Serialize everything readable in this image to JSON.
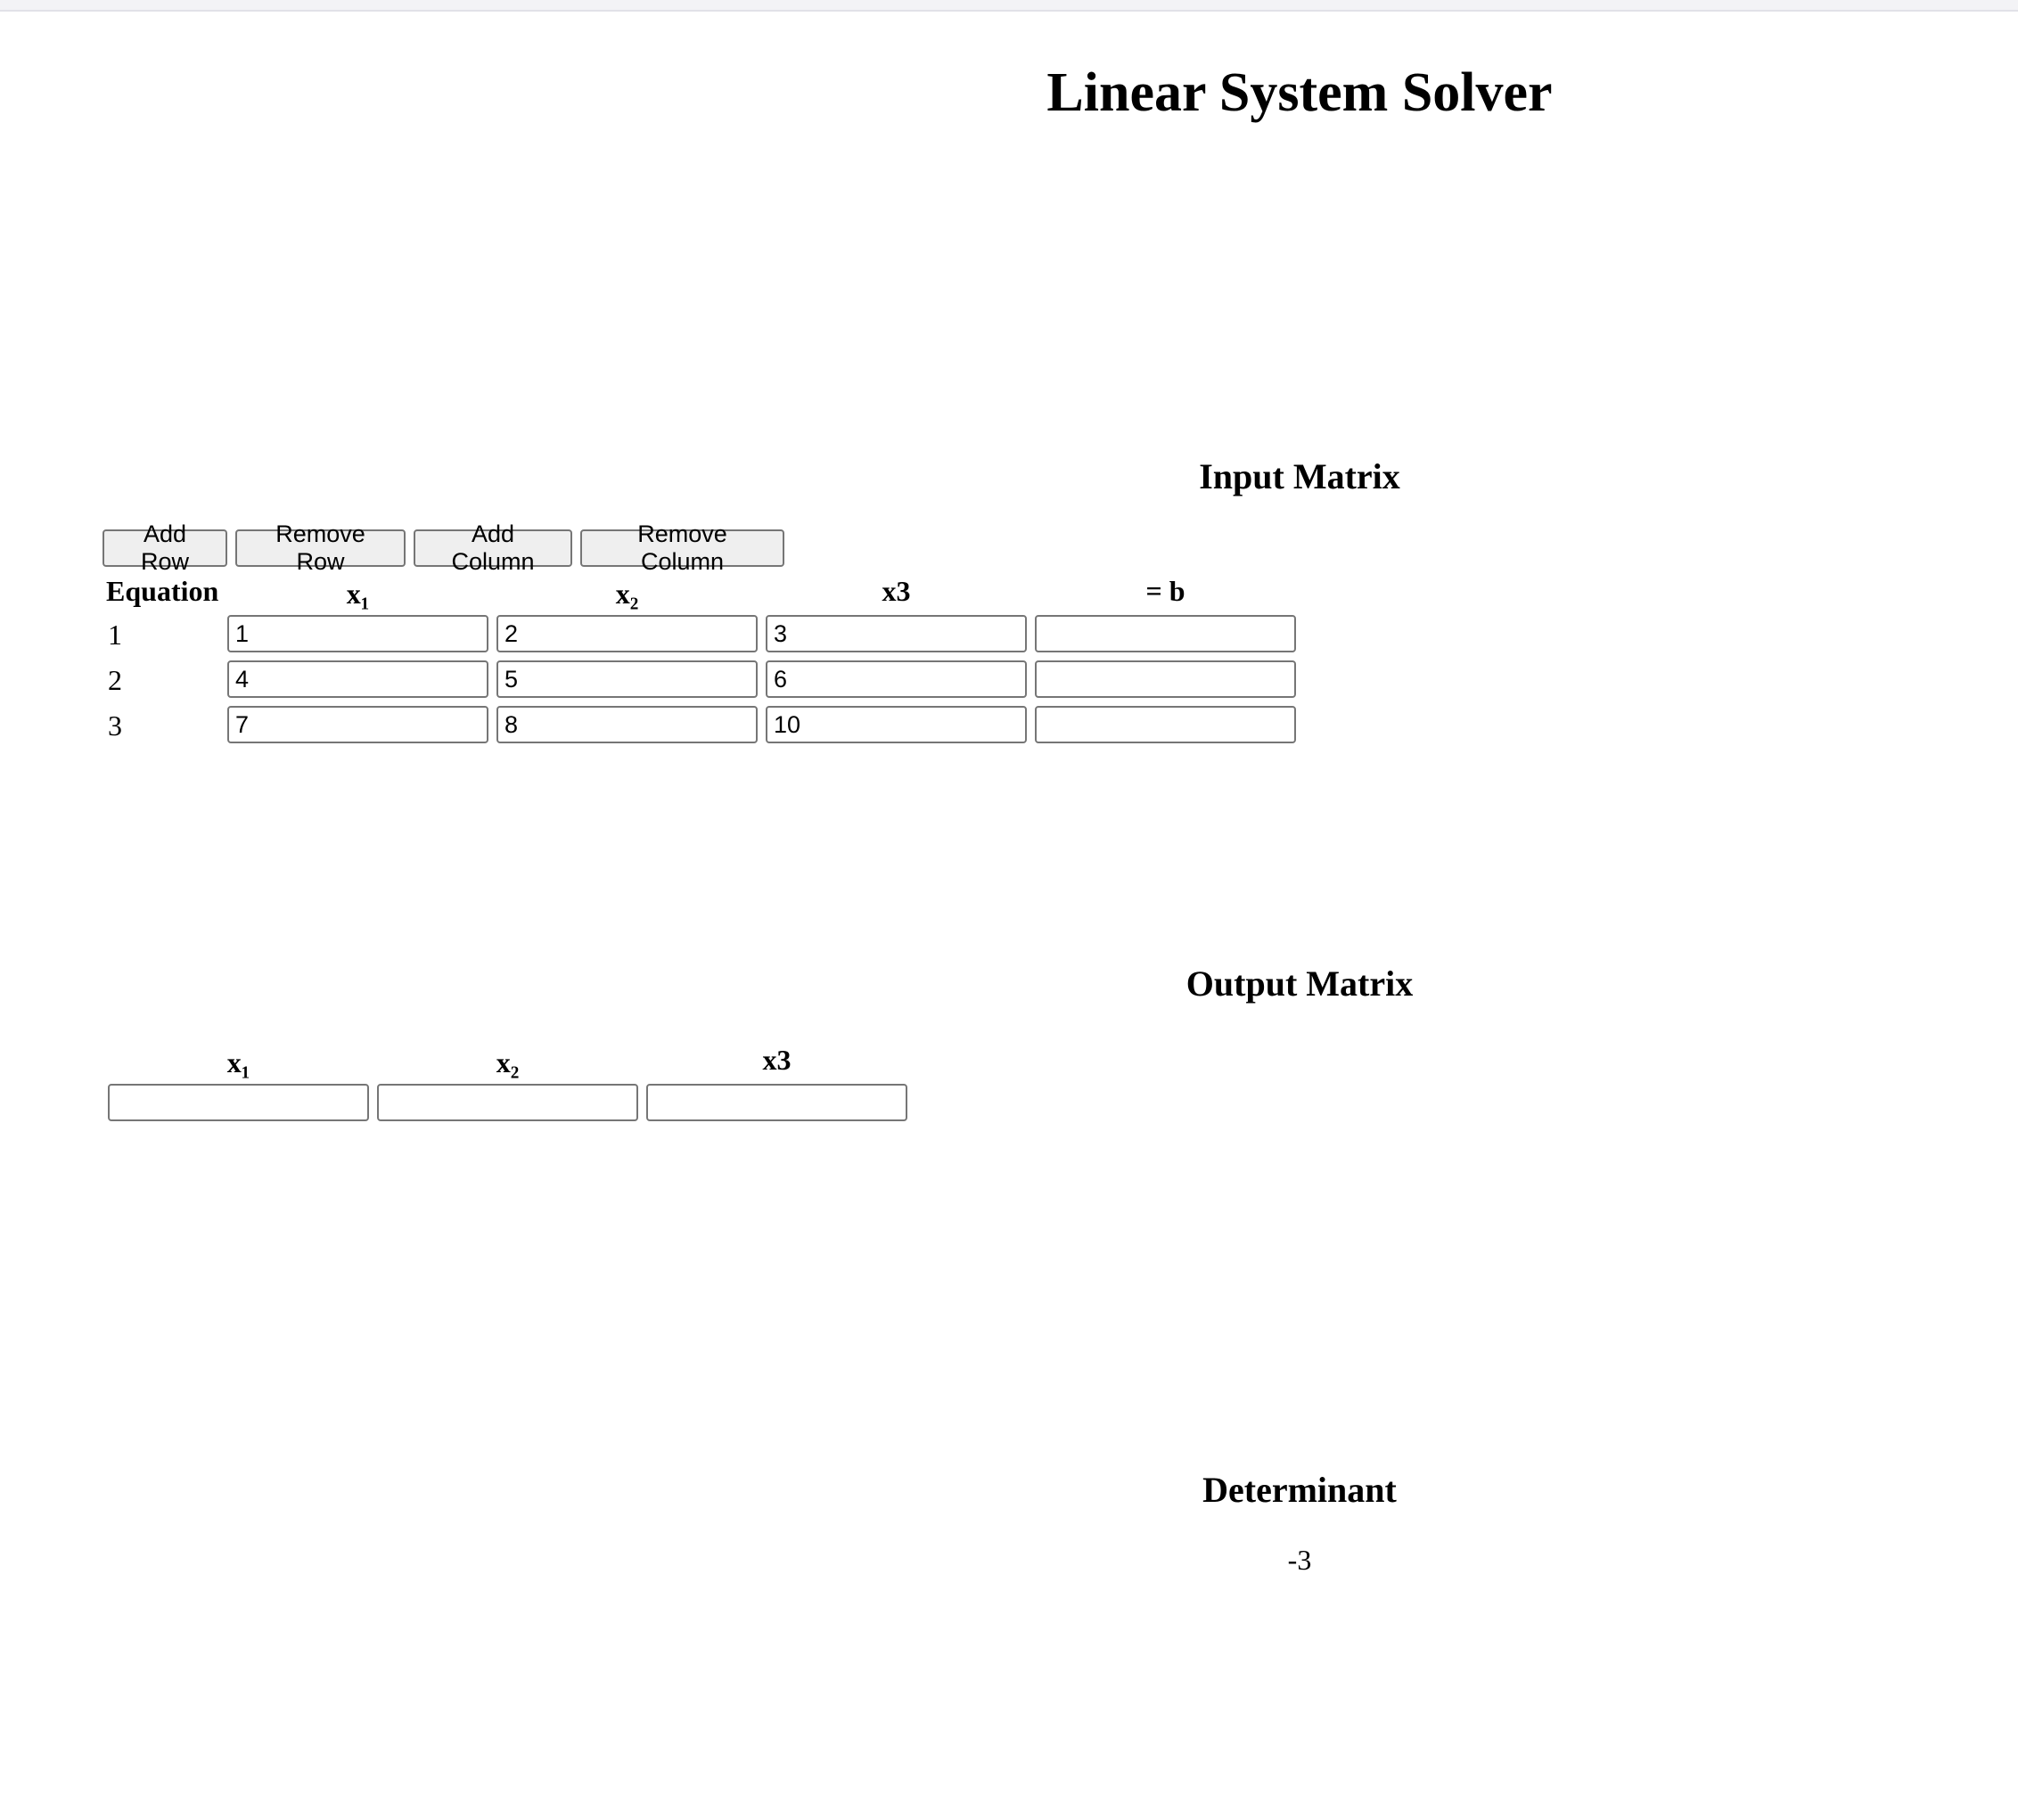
{
  "title": "Linear System Solver",
  "input_section": {
    "title": "Input Matrix",
    "buttons": {
      "add_row": "Add Row",
      "remove_row": "Remove Row",
      "add_column": "Add Column",
      "remove_column": "Remove Column"
    },
    "headers": [
      "Equation",
      "x₁",
      "x₂",
      "x3",
      "= b"
    ],
    "rows": [
      {
        "label": "1",
        "values": [
          "1",
          "2",
          "3",
          ""
        ]
      },
      {
        "label": "2",
        "values": [
          "4",
          "5",
          "6",
          ""
        ]
      },
      {
        "label": "3",
        "values": [
          "7",
          "8",
          "10",
          ""
        ]
      }
    ]
  },
  "output_section": {
    "title": "Output Matrix",
    "headers": [
      "x₁",
      "x₂",
      "x3"
    ],
    "values": [
      "",
      "",
      ""
    ]
  },
  "determinant_section": {
    "title": "Determinant",
    "value": "-3"
  }
}
